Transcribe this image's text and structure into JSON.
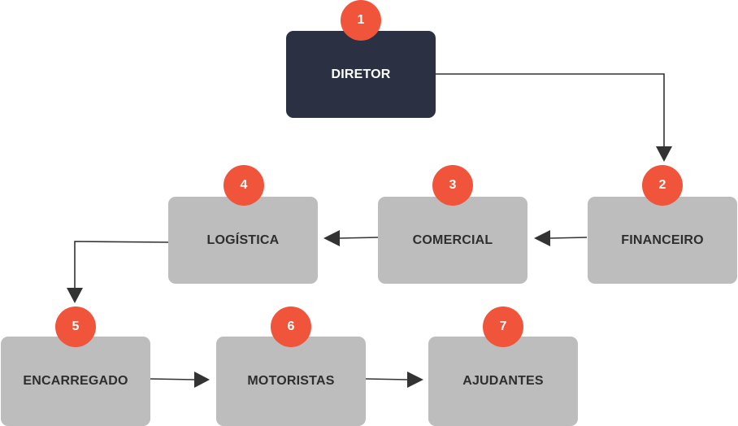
{
  "diagram": {
    "nodes": [
      {
        "id": "diretor",
        "step": "1",
        "label": "DIRETOR"
      },
      {
        "id": "financeiro",
        "step": "2",
        "label": "FINANCEIRO"
      },
      {
        "id": "comercial",
        "step": "3",
        "label": "COMERCIAL"
      },
      {
        "id": "logistica",
        "step": "4",
        "label": "LOGÍSTICA"
      },
      {
        "id": "encarregado",
        "step": "5",
        "label": "ENCARREGADO"
      },
      {
        "id": "motoristas",
        "step": "6",
        "label": "MOTORISTAS"
      },
      {
        "id": "ajudantes",
        "step": "7",
        "label": "AJUDANTES"
      }
    ],
    "edges": [
      {
        "from": "diretor",
        "to": "financeiro"
      },
      {
        "from": "financeiro",
        "to": "comercial"
      },
      {
        "from": "comercial",
        "to": "logistica"
      },
      {
        "from": "logistica",
        "to": "encarregado"
      },
      {
        "from": "encarregado",
        "to": "motoristas"
      },
      {
        "from": "motoristas",
        "to": "ajudantes"
      }
    ],
    "colors": {
      "primary_node": "#2b3143",
      "node": "#bdbdbd",
      "badge": "#f0543a",
      "connector": "#333333"
    }
  }
}
